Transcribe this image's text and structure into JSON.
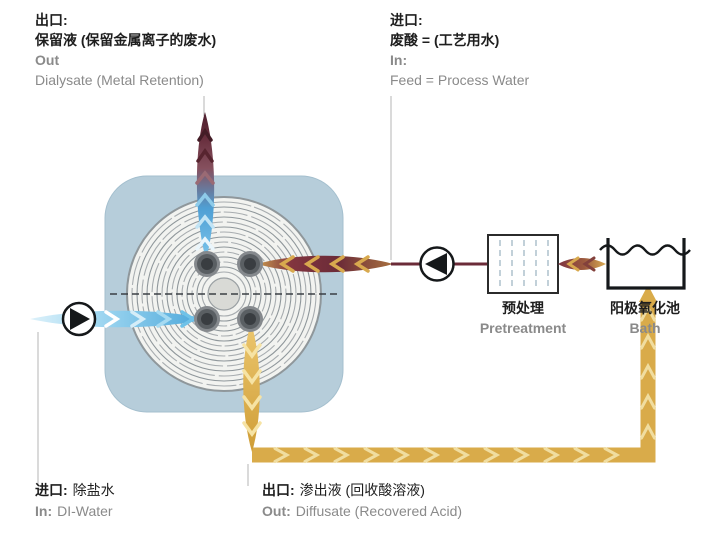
{
  "labels": {
    "top_left": {
      "zh1": "出口:",
      "zh2": "保留液 (保留金属离子的废水)",
      "en1": "Out",
      "en2": "Dialysate (Metal Retention)"
    },
    "top_right": {
      "zh1": "进口:",
      "zh2": "废酸 = (工艺用水)",
      "en1": "In:",
      "en2": "Feed = Process Water"
    },
    "bottom_left": {
      "zh_prefix": "进口:",
      "zh_rest": "除盐水",
      "en_prefix": "In:",
      "en_rest": "DI-Water"
    },
    "bottom_center": {
      "zh_prefix": "出口:",
      "zh_rest": "渗出液 (回收酸溶液)",
      "en_prefix": "Out:",
      "en_rest": "Diffusate (Recovered Acid)"
    },
    "pretreatment": {
      "zh": "预处理",
      "en": "Pretreatment"
    },
    "bath": {
      "zh": "阳极氧化池",
      "en": "Bath"
    }
  },
  "colors": {
    "module_blue": "#b6cdda",
    "water_blue": "#49a6da",
    "acid_maroon": "#6b2b38",
    "gold": "#d9ab4a",
    "text_gray": "#8a8a8a",
    "text_black": "#1e1e1e"
  }
}
